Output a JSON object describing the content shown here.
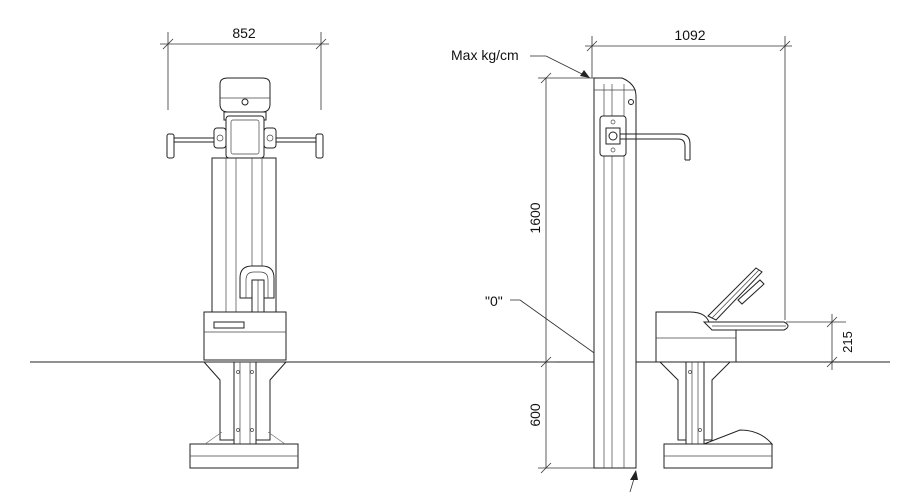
{
  "front_view": {
    "width_dim": "852"
  },
  "side_view": {
    "width_dim": "1092",
    "max_label": "Max kg/cm",
    "zero_label": "\"0\"",
    "height_above_dim": "1600",
    "height_below_dim": "600",
    "seat_height_dim": "215"
  }
}
